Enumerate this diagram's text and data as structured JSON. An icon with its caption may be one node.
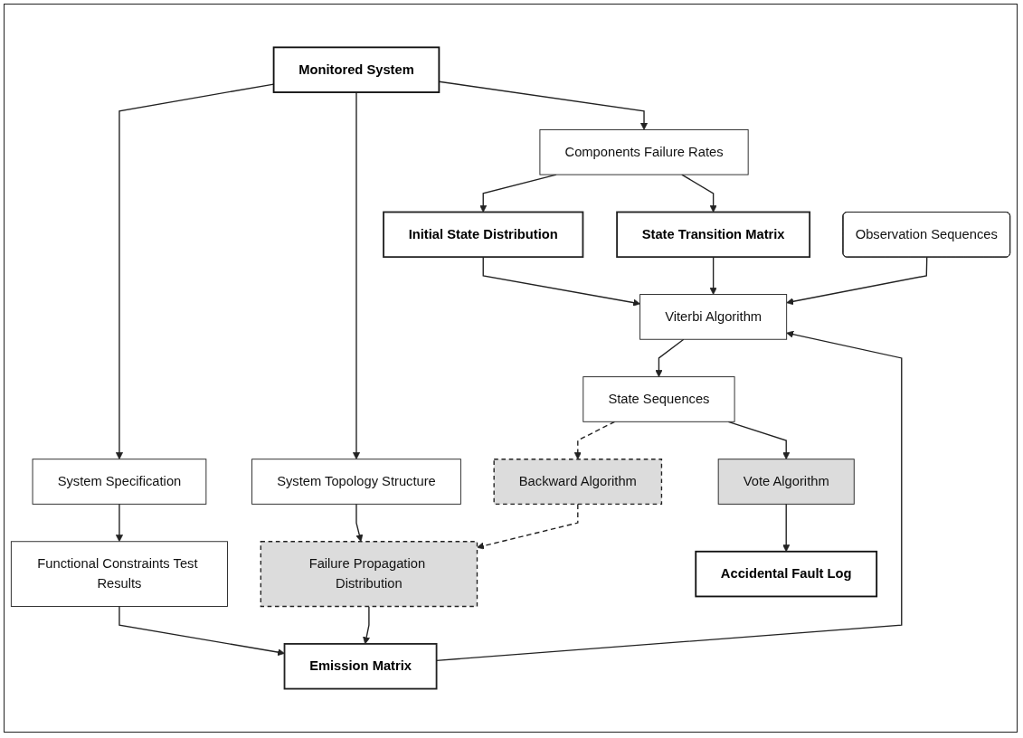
{
  "diagram": {
    "nodes": [
      {
        "text": [
          "Monitored System"
        ]
      },
      {
        "text": [
          "Components Failure Rates"
        ]
      },
      {
        "text": [
          "System Specification"
        ]
      },
      {
        "text": [
          "System Topology Structure"
        ]
      },
      {
        "text": [
          "Functional Constraints Test Results"
        ]
      },
      {
        "text": [
          "Failure Propagation Distribution"
        ]
      },
      {
        "text": [
          "Initial State Distribution"
        ]
      },
      {
        "text": [
          "State Transition Matrix"
        ]
      },
      {
        "text": [
          "Emission Matrix"
        ]
      },
      {
        "text": [
          "Observation Sequences"
        ]
      },
      {
        "text": [
          "Viterbi Algorithm"
        ]
      },
      {
        "text": [
          "State Sequences"
        ]
      },
      {
        "text": [
          "Vote Algorithm"
        ]
      },
      {
        "text": [
          "Accidental Fault Log"
        ]
      },
      {
        "text": [
          "Backward Algorithm"
        ]
      }
    ],
    "edges": [
      {
        "from": 0,
        "to": 1,
        "arrow": "to"
      },
      {
        "from": 0,
        "to": 2,
        "arrow": "to"
      },
      {
        "from": 0,
        "to": 3,
        "arrow": "to"
      },
      {
        "from": 2,
        "to": 4,
        "arrow": "to"
      },
      {
        "from": 3,
        "to": 5,
        "arrow": "to"
      },
      {
        "from": 1,
        "to": 6,
        "arrow": "to"
      },
      {
        "from": 1,
        "to": 7,
        "arrow": "to"
      },
      {
        "from": 4,
        "to": 8,
        "arrow": "to"
      },
      {
        "from": 5,
        "to": 8,
        "arrow": "to"
      },
      {
        "from": 6,
        "to": 10,
        "arrow": "to"
      },
      {
        "from": 7,
        "to": 10,
        "arrow": "to"
      },
      {
        "from": 8,
        "to": 10,
        "arrow": "to"
      },
      {
        "from": 9,
        "to": 10,
        "arrow": "to"
      },
      {
        "from": 10,
        "to": 11,
        "arrow": "to"
      },
      {
        "from": 11,
        "to": 12,
        "arrow": "to"
      },
      {
        "from": 12,
        "to": 13,
        "arrow": "to"
      },
      {
        "from": 11,
        "to": 14,
        "arrow": "to",
        "style": "dashed"
      },
      {
        "from": 14,
        "to": 5,
        "arrow": "to",
        "style": "dashed"
      }
    ]
  }
}
